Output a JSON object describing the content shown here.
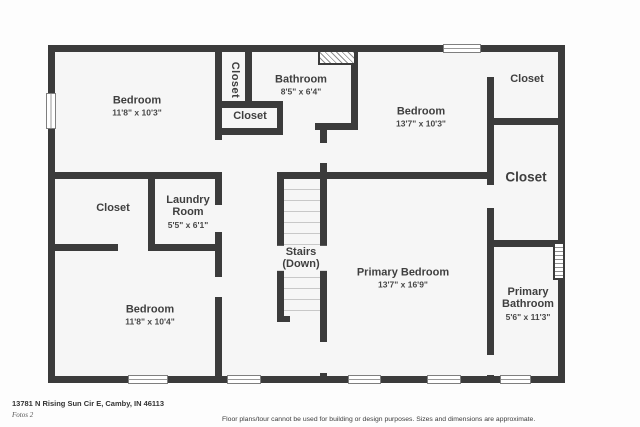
{
  "rooms": {
    "bedroom_top_left": {
      "name": "Bedroom",
      "dims": "11'8\" x 10'3\""
    },
    "closet_hall_vertical": {
      "name": "Closet"
    },
    "closet_hall": {
      "name": "Closet"
    },
    "bathroom": {
      "name": "Bathroom",
      "dims": "8'5\" x 6'4\""
    },
    "bedroom_top_right": {
      "name": "Bedroom",
      "dims": "13'7\" x 10'3\""
    },
    "closet_top_right": {
      "name": "Closet"
    },
    "closet_right": {
      "name": "Closet"
    },
    "closet_left": {
      "name": "Closet"
    },
    "laundry": {
      "name": "Laundry Room",
      "dims": "5'5\" x 6'1\""
    },
    "stairs": {
      "name": "Stairs (Down)"
    },
    "primary_bedroom": {
      "name": "Primary Bedroom",
      "dims": "13'7\" x 16'9\""
    },
    "bedroom_bottom_left": {
      "name": "Bedroom",
      "dims": "11'8\" x 10'4\""
    },
    "primary_bathroom": {
      "name": "Primary Bathroom",
      "dims": "5'6\" x 11'3\""
    }
  },
  "footer": {
    "address": "13781 N Rising Sun Cir E, Camby, IN 46113",
    "logo": "Fotos 2",
    "disclaimer": "Floor plans/tour cannot be used for building or design purposes. Sizes and dimensions are approximate."
  },
  "colors": {
    "wall": "#3b3b3b",
    "room_fill": "#f6f6f6",
    "text": "#3f3f3f"
  }
}
